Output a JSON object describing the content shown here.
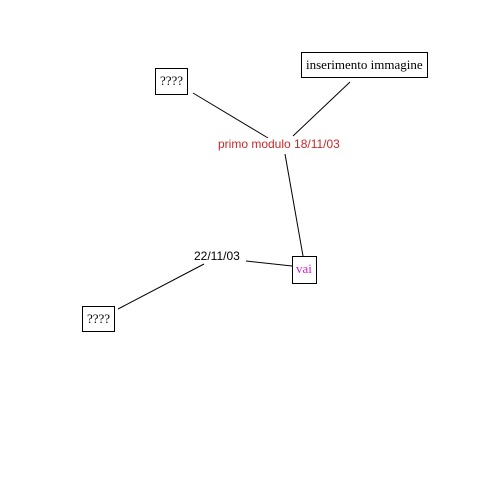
{
  "colors": {
    "center_text": "#c8282b",
    "vai_text": "#cc22cc",
    "default_text": "#000000",
    "edge": "#000000"
  },
  "nodes": {
    "center": {
      "label": "primo modulo 18/11/03"
    },
    "inserimento": {
      "label": "inserimento immagine"
    },
    "question_top": {
      "label": "????"
    },
    "vai": {
      "label": "vai"
    },
    "date": {
      "label": "22/11/03"
    },
    "question_bottom": {
      "label": "????"
    }
  },
  "edges": [
    [
      "question_top",
      "center"
    ],
    [
      "inserimento",
      "center"
    ],
    [
      "center",
      "vai"
    ],
    [
      "vai",
      "date"
    ],
    [
      "date",
      "question_bottom"
    ]
  ]
}
